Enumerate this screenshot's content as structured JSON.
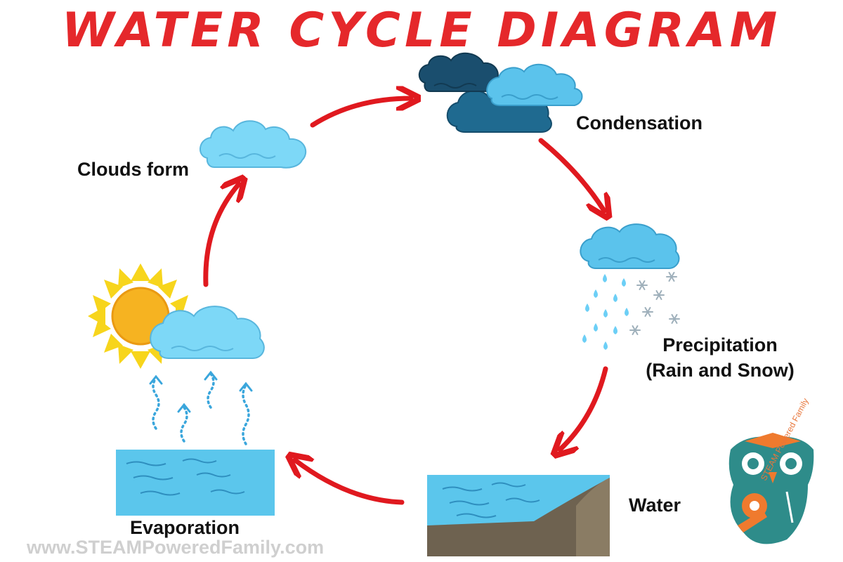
{
  "title": "WATER CYCLE DIAGRAM",
  "stages": {
    "clouds_form": "Clouds form",
    "condensation": "Condensation",
    "precipitation_line1": "Precipitation",
    "precipitation_line2": "(Rain and Snow)",
    "water": "Water",
    "evaporation": "Evaporation"
  },
  "footer": "www.STEAMPoweredFamily.com",
  "brand": "STEAM Powered Family",
  "colors": {
    "title": "#e5282b",
    "arrow": "#e0191f",
    "cloud_light": "#7dd8f7",
    "cloud_dark": "#1a4e6e",
    "water": "#5bc6ec",
    "ground": "#6e6250",
    "sun": "#f6b321",
    "owl_teal": "#2e8c8a",
    "owl_orange": "#ef7a2e"
  }
}
